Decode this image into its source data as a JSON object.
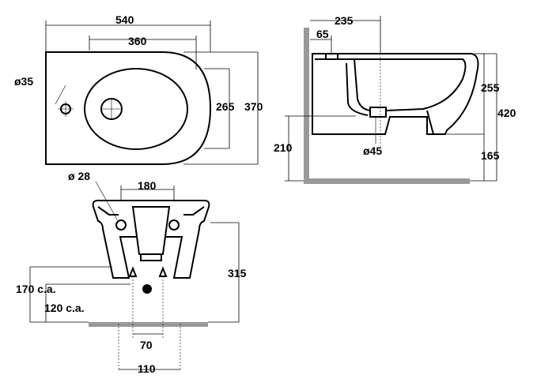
{
  "top_view": {
    "overall_width": "540",
    "bowl_offset": "360",
    "depth_inner": "265",
    "depth_total": "370",
    "tap_hole": "ø35"
  },
  "side_view": {
    "depth": "235",
    "tap_offset": "65",
    "rim_height": "255",
    "total_height": "420",
    "fixing_height": "210",
    "bottom_height": "165",
    "waste_diameter": "ø45"
  },
  "front_view": {
    "fixing_hole": "ø 28",
    "fixing_spacing": "180",
    "height": "315",
    "supply_height_high": "170 c.a.",
    "supply_height_low": "120 c.a.",
    "supply_spacing": "70",
    "waste_spacing": "110"
  }
}
